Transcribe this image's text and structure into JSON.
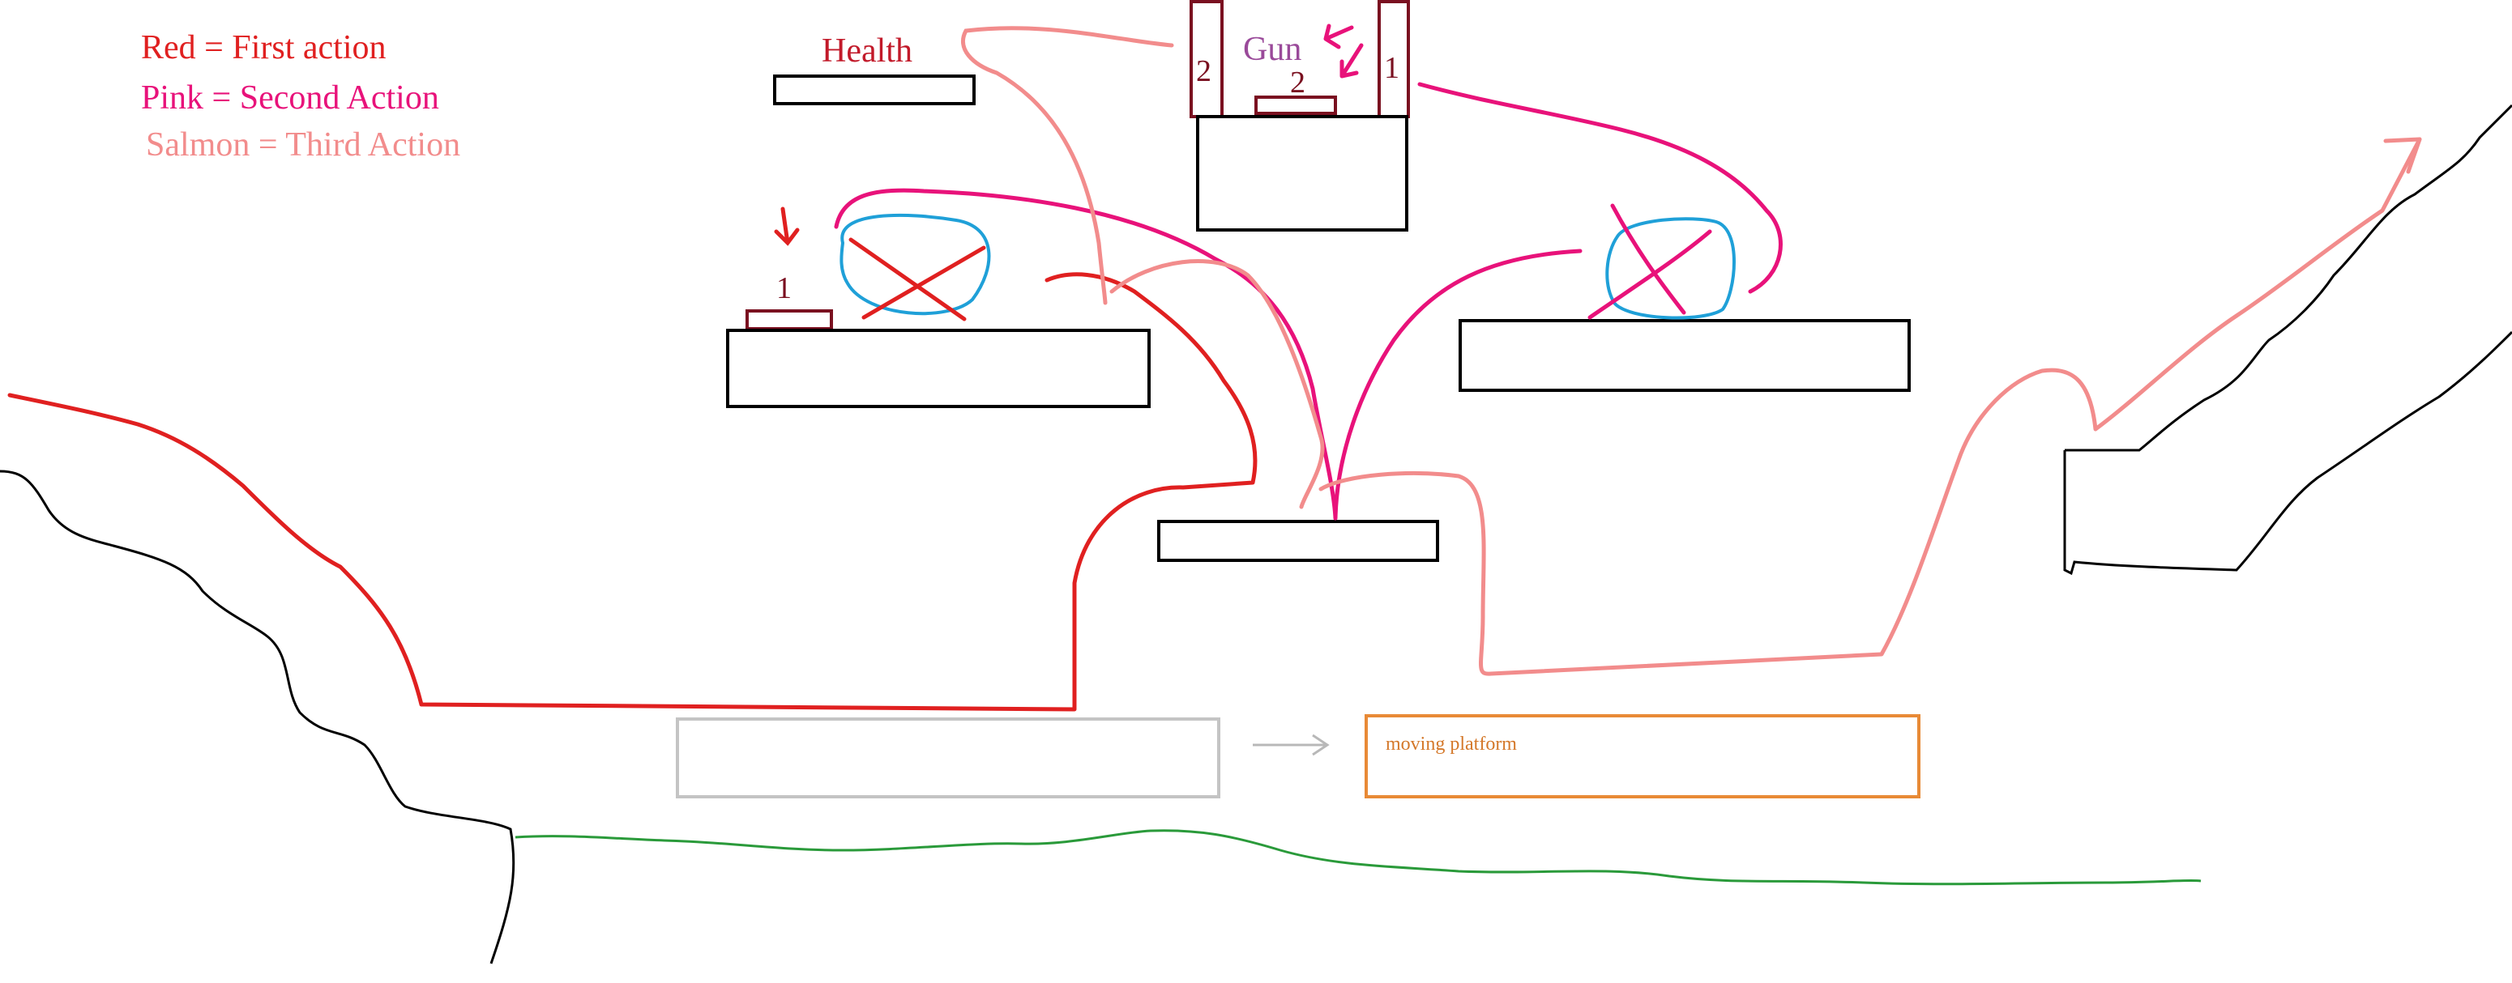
{
  "legend": {
    "first": {
      "text": "Red = First action",
      "color": "#e02020"
    },
    "second": {
      "text": "Pink = Second Action",
      "color": "#e8127a"
    },
    "third": {
      "text": "Salmon = Third Action",
      "color": "#f28c8c"
    }
  },
  "labels": {
    "health": "Health",
    "gun": "Gun",
    "gun_slot_left": "2",
    "gun_slot_right": "1",
    "gun_pad": "2",
    "pickup_1": "1",
    "moving_platform": "moving platform"
  },
  "colors": {
    "outline": "#000000",
    "item": "#7a1020",
    "enemy_circle": "#1fa0d8",
    "ground": "#2a9a3a",
    "ghost_platform": "#c4c4c4",
    "moving_platform": "#e88a36",
    "gun_text": "#9a4a9a"
  },
  "icons": [
    "down-arrow-icon",
    "right-arrow-icon",
    "up-right-arrow-icon",
    "cross-out-icon"
  ]
}
